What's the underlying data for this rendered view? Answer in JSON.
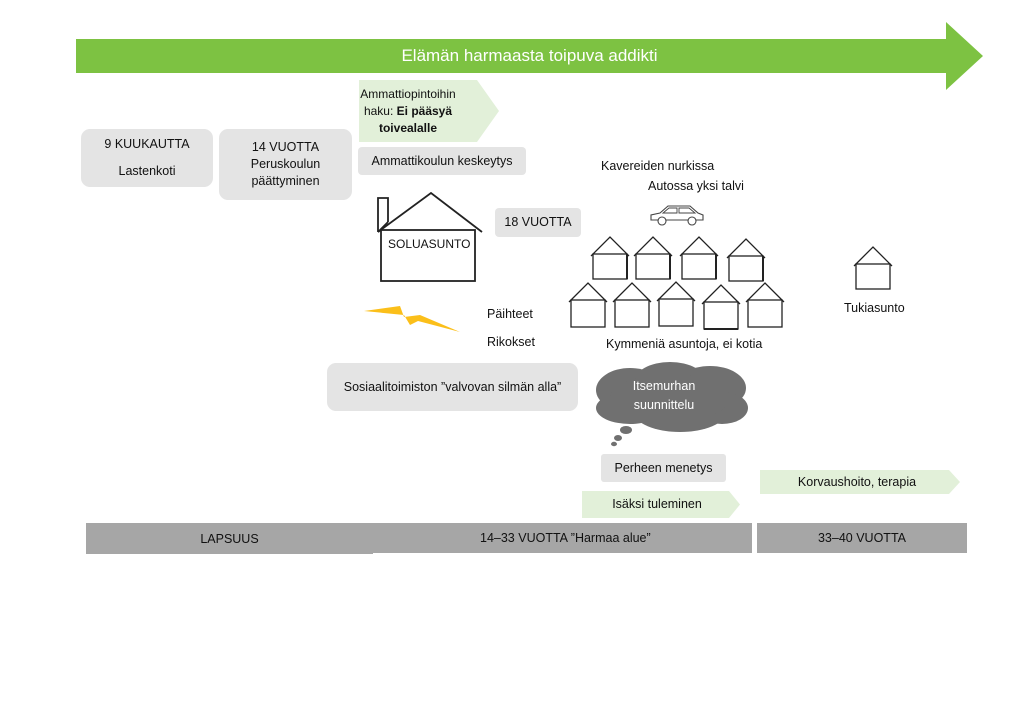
{
  "title": "Elämän harmaasta toipuva addikti",
  "colors": {
    "arrow_green": "#7dc242",
    "pale_green": "#e2f0d9",
    "box_gray": "#e4e4e4",
    "bar_gray": "#a6a6a6",
    "cloud_gray": "#707070",
    "bolt_yellow": "#fbbf1a"
  },
  "boxes": {
    "nine_months": {
      "line1": "9 KUUKAUTTA",
      "line2": "Lastenkoti"
    },
    "fourteen": {
      "line1": "14 VUOTTA",
      "line2": "Peruskoulun",
      "line3": "päättyminen"
    },
    "vocational_search": {
      "line1": "Ammattiopintoihin",
      "line2_prefix": "haku: ",
      "line2_bold": "Ei pääsyä",
      "line3_bold": "toivealalle"
    },
    "dropout": "Ammattikoulun keskeytys",
    "eighteen": "18 VUOTTA",
    "social": "Sosiaalitoimiston ”valvovan silmän alla”",
    "family_loss": "Perheen menetys",
    "becoming_father": "Isäksi tuleminen",
    "therapy": "Korvaushoito, terapia"
  },
  "labels": {
    "soluasunto": "SOLUASUNTO",
    "friends": "Kavereiden nurkissa",
    "car_winter": "Autossa yksi talvi",
    "drugs": "Päihteet",
    "crimes": "Rikokset",
    "apartments": "Kymmeniä asuntoja, ei kotia",
    "support_housing": "Tukiasunto",
    "suicide_line1": "Itsemurhan",
    "suicide_line2": "suunnittelu"
  },
  "icons": {
    "house": "house-icon",
    "car": "car-icon",
    "bolt": "lightning-icon",
    "cloud": "thought-cloud-icon"
  },
  "timeline": {
    "childhood": "LAPSUUS",
    "gray_area": "14–33 VUOTTA ”Harmaa alue”",
    "recovery": "33–40 VUOTTA"
  }
}
